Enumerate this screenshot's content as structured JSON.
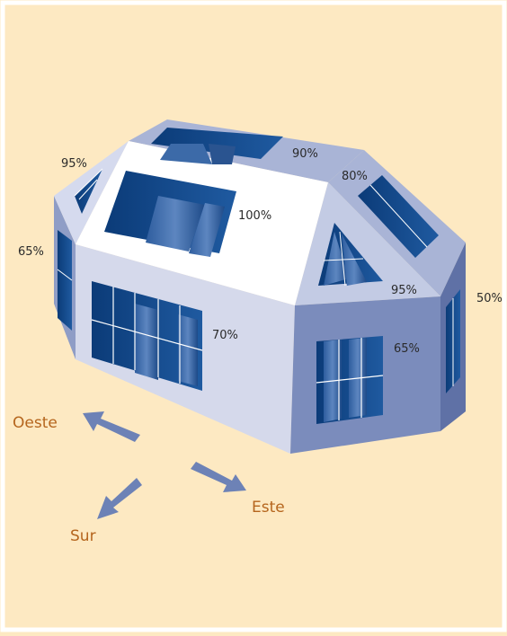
{
  "efficiency_labels": {
    "roof_west_small": "95%",
    "roof_back": "90%",
    "roof_east_upper": "80%",
    "roof_main": "100%",
    "roof_east_triangle": "95%",
    "wall_west_end": "65%",
    "wall_east_end": "50%",
    "wall_south_main": "70%",
    "wall_east_front": "65%"
  },
  "directions": {
    "west": "Oeste",
    "east": "Este",
    "south": "Sur"
  },
  "colors": {
    "background": "#fde9c2",
    "frame": "#ffffff",
    "wall_light": "#d5d9eb",
    "wall_mid": "#7b8cbc",
    "wall_dark": "#5f71a6",
    "roof_white": "#ffffff",
    "roof_grey": "#a9b4d6",
    "panel": "#0b3b78",
    "arrow": "#6d82b6",
    "direction_text": "#b5651d"
  }
}
